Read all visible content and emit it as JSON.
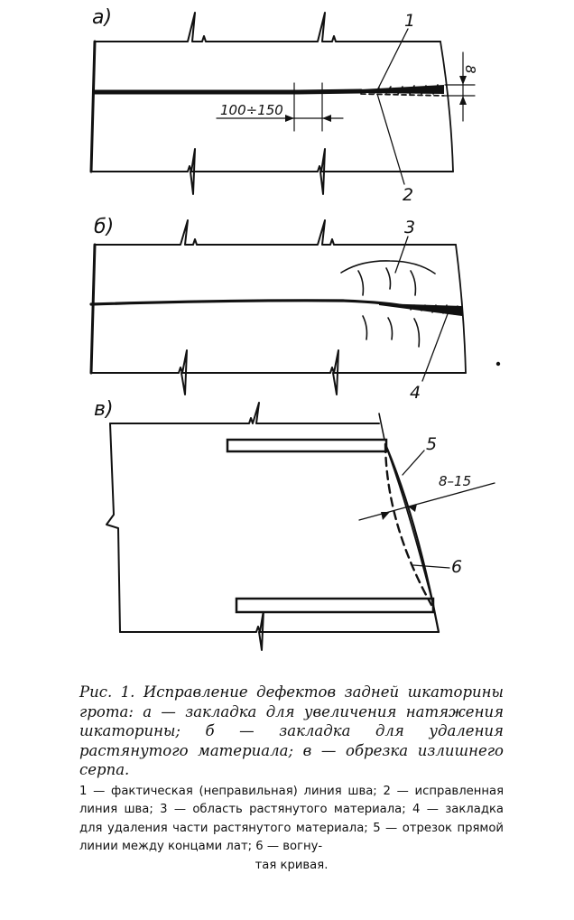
{
  "figure": {
    "panel_a": {
      "label": "а)",
      "callout_1": "1",
      "callout_2": "2",
      "dim_length": "100÷150",
      "dim_offset": "8"
    },
    "panel_b": {
      "label": "б)",
      "callout_3": "3",
      "callout_4": "4"
    },
    "panel_c": {
      "label": "в)",
      "callout_5": "5",
      "callout_6": "6",
      "dim_sag": "8–15"
    }
  },
  "caption": {
    "title": "Рис. 1. Исправление дефектов задней шкаторины грота: а — закладка для увеличения натяжения шкаторины; б — закладка для удаления растянутого материала; в — обрезка излишнего серпа.",
    "legend": "1 — фактическая (неправильная) линия шва; 2 — исправленная линия шва; 3 — область растянутого материала; 4 — закладка для удаления части растянутого материала; 5 — отрезок прямой линии между концами лат; 6 — вогну-",
    "legend_end": "тая кривая."
  }
}
